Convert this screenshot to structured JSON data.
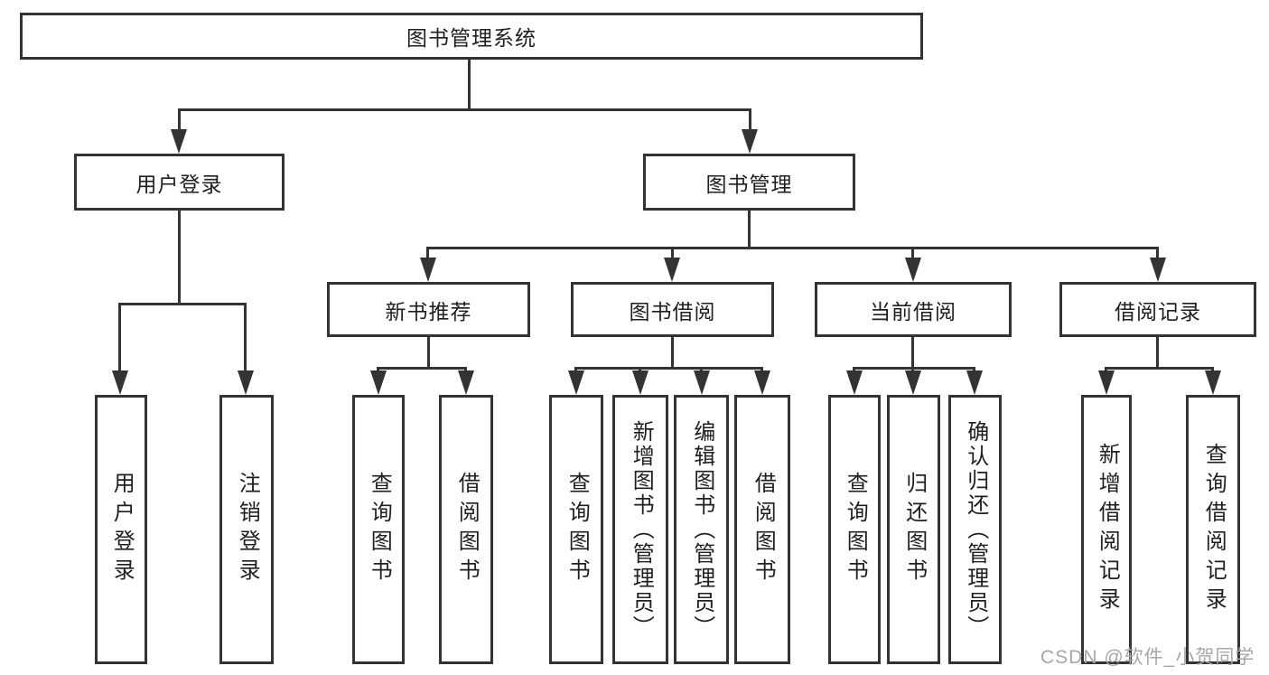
{
  "tree": {
    "root": "图书管理系统",
    "level2": {
      "user_login": "用户登录",
      "book_management": "图书管理"
    },
    "login_children": [
      "用户登录",
      "注销登录"
    ],
    "level3": [
      "新书推荐",
      "图书借阅",
      "当前借阅",
      "借阅记录"
    ],
    "new_book_children": [
      "查询图书",
      "借阅图书"
    ],
    "borrow_children": [
      "查询图书",
      "新增图书（管理员）",
      "编辑图书（管理员）",
      "借阅图书"
    ],
    "current_children": [
      "查询图书",
      "归还图书",
      "确认归还（管理员）"
    ],
    "record_children": [
      "新增借阅记录",
      "查询借阅记录"
    ]
  },
  "watermark": "CSDN @软件_小贺同学",
  "colors": {
    "line": "#333333",
    "text": "#1f1f1f",
    "watermark": "#a7a7a7",
    "background": "#ffffff"
  }
}
